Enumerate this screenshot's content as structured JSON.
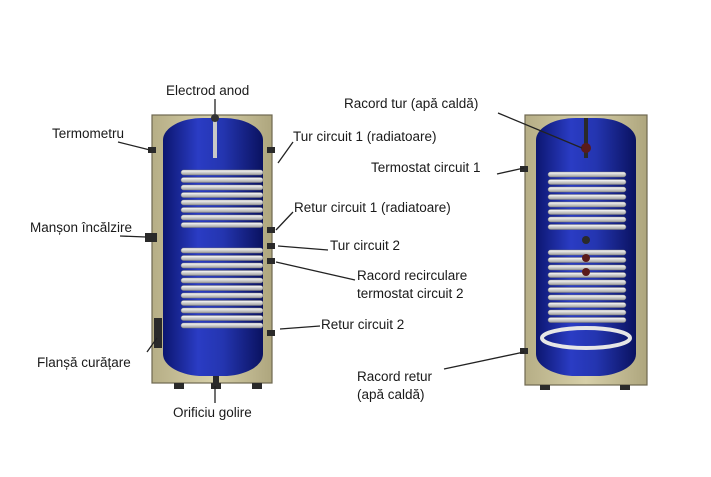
{
  "left_tank": {
    "labels": {
      "anode": "Electrod anod",
      "thermometer": "Termometru",
      "heater_sleeve": "Manșon încălzire",
      "cleaning_flange": "Flanșă curățare",
      "drain": "Orificiu golire",
      "flow_circuit_1": "Tur circuit 1 (radiatoare)",
      "return_circuit_1": "Retur circuit 1 (radiatoare)",
      "flow_circuit_2": "Tur circuit 2",
      "recirc_line_1": "Racord recirculare",
      "recirc_line_2": "termostat circuit 2",
      "return_circuit_2": "Retur circuit 2"
    }
  },
  "right_tank": {
    "labels": {
      "hot_water_out": "Racord tur (apă caldă)",
      "thermostat_1": "Termostat circuit 1",
      "return_line_1": "Racord retur",
      "return_line_2": "(apă caldă)"
    }
  },
  "colors": {
    "casing": "#c9c29a",
    "tank": "#1f2f9e",
    "coil": "#d9d9d9",
    "leader": "#222222"
  }
}
